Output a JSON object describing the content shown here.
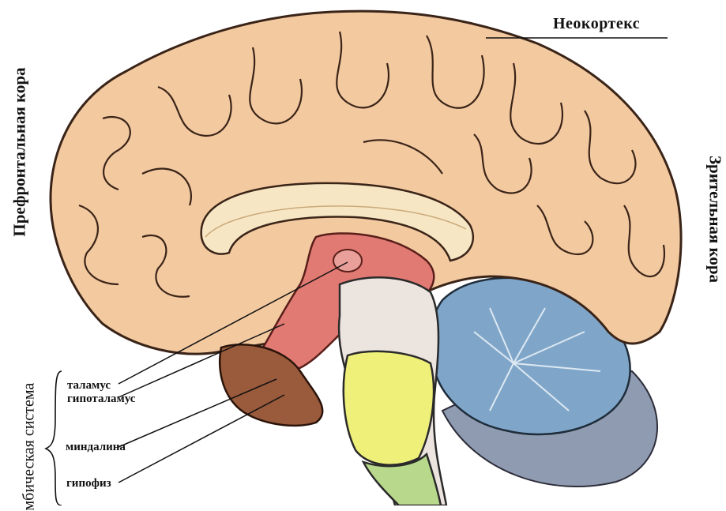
{
  "labels": {
    "neocortex": "Неокортекс",
    "prefrontal": "Префронтальная кора",
    "visual": "Зрительная кора",
    "limbic": "мбическая система",
    "thalamus": "таламус",
    "hypothalamus": "гипоталамус",
    "amygdala": "миндалина",
    "pituitary": "гипофиз"
  },
  "colors": {
    "cortex": "#f3c9a0",
    "cortex_outline": "#3a2418",
    "corpus_callosum": "#f7e6c4",
    "thalamus_region": "#e27a74",
    "brainstem": "#ece4df",
    "pons": "#eef07a",
    "medulla": "#b8d98c",
    "cerebellum": "#7fa6c9",
    "cerebellum_lower": "#8f9bb0",
    "brown_lobe": "#9a5a3c"
  }
}
